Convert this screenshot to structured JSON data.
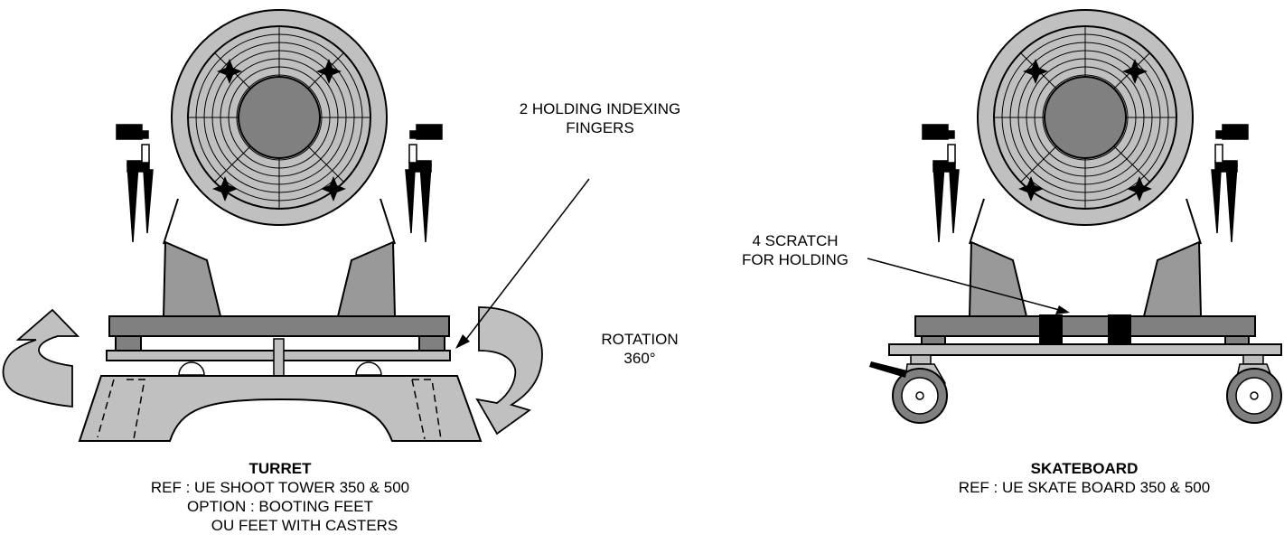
{
  "turret": {
    "callout_lines": [
      "2 HOLDING INDEXING",
      "FINGERS"
    ],
    "rotation_lines": [
      "ROTATION",
      "360°"
    ],
    "caption_title": "TURRET",
    "caption_lines": [
      "REF : UE  SHOOT TOWER 350 & 500",
      "OPTION : BOOTING FEET",
      "OU FEET WITH CASTERS"
    ]
  },
  "skateboard": {
    "callout_lines": [
      "4 SCRATCH",
      "FOR HOLDING"
    ],
    "caption_title": "SKATEBOARD",
    "caption_lines": [
      "REF : UE SKATE BOARD 350 & 500"
    ]
  },
  "colors": {
    "light_gray": "#c0c0c0",
    "mid_gray": "#999999",
    "dark_gray": "#808080",
    "ink": "#000000"
  }
}
